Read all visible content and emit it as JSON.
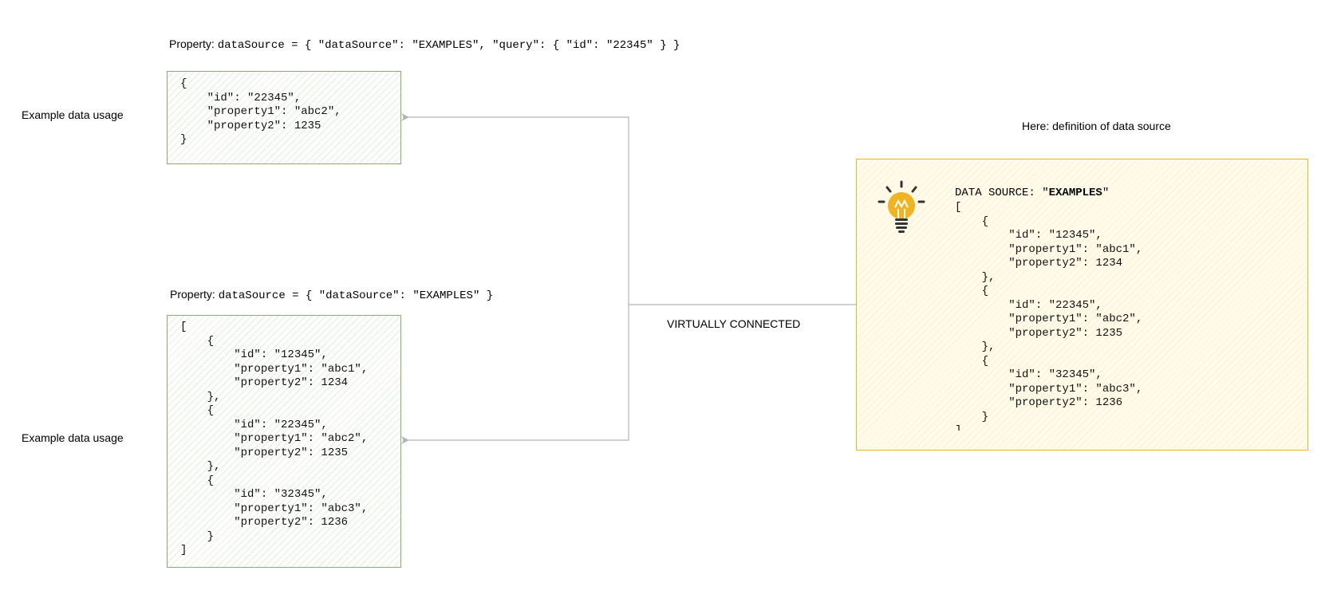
{
  "top_block": {
    "property_prefix": "Property: ",
    "property_code": "dataSource = { \"dataSource\": \"EXAMPLES\", \"query\": { \"id\": \"22345\" } }",
    "side_label": "Example data usage",
    "json_text": "{\n    \"id\": \"22345\",\n    \"property1\": \"abc2\",\n    \"property2\": 1235\n}"
  },
  "bottom_block": {
    "property_prefix": "Property: ",
    "property_code": "dataSource = { \"dataSource\": \"EXAMPLES\" }",
    "side_label": "Example data usage",
    "json_text": "[\n    {\n        \"id\": \"12345\",\n        \"property1\": \"abc1\",\n        \"property2\": 1234\n    },\n    {\n        \"id\": \"22345\",\n        \"property1\": \"abc2\",\n        \"property2\": 1235\n    },\n    {\n        \"id\": \"32345\",\n        \"property1\": \"abc3\",\n        \"property2\": 1236\n    }\n]"
  },
  "connector": {
    "label": "VIRTUALLY CONNECTED"
  },
  "data_source": {
    "caption": "Here: definition of data source",
    "title_prefix": "DATA SOURCE: \"",
    "title_name": "EXAMPLES",
    "title_suffix": "\"",
    "json_text": "[\n    {\n        \"id\": \"12345\",\n        \"property1\": \"abc1\",\n        \"property2\": 1234\n    },\n    {\n        \"id\": \"22345\",\n        \"property1\": \"abc2\",\n        \"property2\": 1235\n    },\n    {\n        \"id\": \"32345\",\n        \"property1\": \"abc3\",\n        \"property2\": 1236\n    }\n]",
    "icon": "lightbulb-icon"
  },
  "colors": {
    "green_stroke": "#82b366",
    "yellow_stroke": "#f0b323",
    "yellow_fill": "#fffbea",
    "connector": "#b3b3b3",
    "bulb": "#f0b323"
  }
}
